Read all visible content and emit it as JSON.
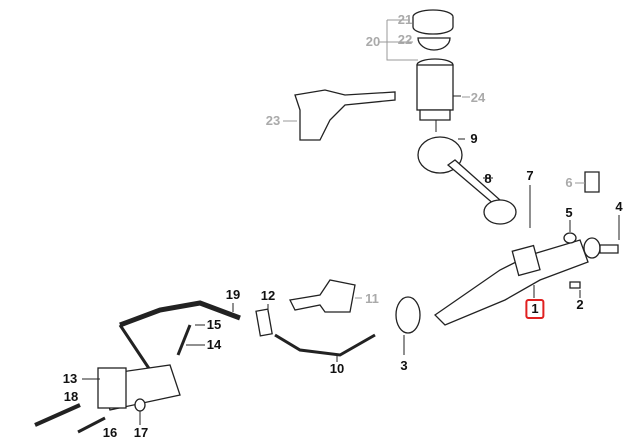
{
  "diagram": {
    "selected_part": "1",
    "accent_color": "#e02020",
    "labels": [
      {
        "id": "21",
        "active": false
      },
      {
        "id": "22",
        "active": false
      },
      {
        "id": "20",
        "active": false
      },
      {
        "id": "24",
        "active": false
      },
      {
        "id": "23",
        "active": false
      },
      {
        "id": "9",
        "active": true
      },
      {
        "id": "7",
        "active": true
      },
      {
        "id": "8",
        "active": true
      },
      {
        "id": "6",
        "active": false
      },
      {
        "id": "4",
        "active": true
      },
      {
        "id": "5",
        "active": true
      },
      {
        "id": "1",
        "active": true
      },
      {
        "id": "2",
        "active": true
      },
      {
        "id": "11",
        "active": false
      },
      {
        "id": "12",
        "active": true
      },
      {
        "id": "19",
        "active": true
      },
      {
        "id": "15",
        "active": true
      },
      {
        "id": "14",
        "active": true
      },
      {
        "id": "10",
        "active": true
      },
      {
        "id": "3",
        "active": true
      },
      {
        "id": "13",
        "active": true
      },
      {
        "id": "18",
        "active": true
      },
      {
        "id": "16",
        "active": true
      },
      {
        "id": "17",
        "active": true
      }
    ]
  }
}
